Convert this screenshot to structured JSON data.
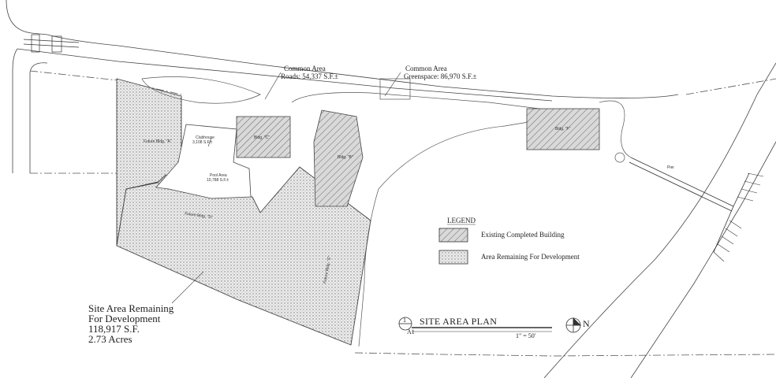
{
  "common_area_roads": {
    "title": "Common Area",
    "detail": "Roads: 54,337 S.F.±"
  },
  "common_area_greenspace": {
    "title": "Common Area",
    "detail": "Greenspace: 86,970 S.F.±"
  },
  "buildings": {
    "clubhouse": {
      "name": "Clubhouse",
      "area": "3,108 S.F.±"
    },
    "pool": {
      "name": "Pool Area",
      "area": "10,788 S.F.±"
    },
    "bldg_c": "Bldg. \"C\"",
    "bldg_b": "Bldg. \"B\"",
    "bldg_f": "Bldg. \"F\"",
    "future_a": "Future Bldg. \"A\"",
    "future_d": "Future Bldg. \"D\"",
    "future_e": "Future Bldg. \"E\"",
    "pier": "Pier"
  },
  "legend": {
    "title": "LEGEND",
    "items": [
      {
        "label": "Existing Completed Building"
      },
      {
        "label": "Area Remaining For Development"
      }
    ]
  },
  "site_remaining": {
    "line1": "Site Area Remaining",
    "line2": "For Development",
    "line3": "118,917 S.F.",
    "line4": "2.73 Acres"
  },
  "title_block": {
    "number": "1",
    "sheet": "A1",
    "title": "SITE AREA PLAN",
    "scale": "1\" = 50'",
    "north": "N"
  }
}
